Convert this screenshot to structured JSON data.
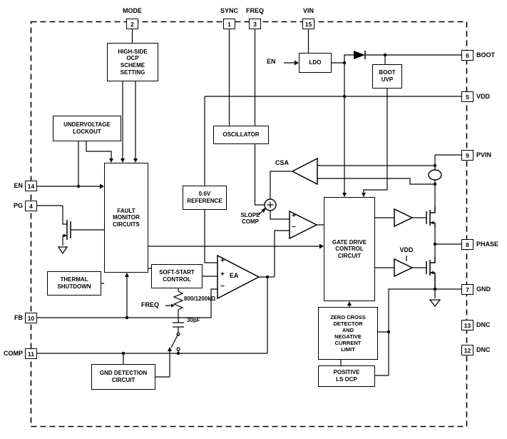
{
  "pins": {
    "top": [
      {
        "label": "MODE",
        "number": "2"
      },
      {
        "label": "SYNC",
        "number": "1"
      },
      {
        "label": "FREQ",
        "number": "3"
      },
      {
        "label": "VIN",
        "number": "15"
      }
    ],
    "left": [
      {
        "label": "EN",
        "number": "14"
      },
      {
        "label": "PG",
        "number": "4"
      },
      {
        "label": "FB",
        "number": "10"
      },
      {
        "label": "COMP",
        "number": "11"
      }
    ],
    "right": [
      {
        "label": "BOOT",
        "number": "6"
      },
      {
        "label": "VDD",
        "number": "5"
      },
      {
        "label": "PVIN",
        "number": "9"
      },
      {
        "label": "PHASE",
        "number": "8"
      },
      {
        "label": "GND",
        "number": "7"
      },
      {
        "label": "DNC",
        "number": "13"
      },
      {
        "label": "DNC",
        "number": "12"
      }
    ]
  },
  "blocks": {
    "high_side_ocp": "HIGH-SIDE\nOCP\nSCHEME\nSETTING",
    "undervoltage_lockout": "UNDERVOLTAGE\nLOCKOUT",
    "oscillator": "OSCILLATOR",
    "ldo": "LDO",
    "boot_uvp": "BOOT\nUVP",
    "fault_monitor": "FAULT\nMONITOR\nCIRCUITS",
    "reference": "0.6V\nREFERENCE",
    "gate_drive": "GATE DRIVE\nCONTROL\nCIRCUIT",
    "soft_start": "SOFT-START\nCONTROL",
    "thermal_shutdown": "THERMAL\nSHUTDOWN",
    "gnd_detection": "GND DETECTION\nCIRCUIT",
    "zero_cross": "ZERO CROSS\nDETECTOR\nAND\nNEGATIVE\nCURRENT\nLIMIT",
    "positive_ls_ocp": "POSITIVE\nLS OCP"
  },
  "labels": {
    "en_ldo": "EN",
    "csa": "CSA",
    "slope_comp": "SLOPE\nCOMP",
    "ea": "EA",
    "vdd_driver": "VDD",
    "freq_net": "FREQ",
    "resistor_value": "800/1200kΩ",
    "capacitor_value": "30pF"
  },
  "marks": {
    "plus": "+",
    "minus": "−"
  },
  "colors": {
    "line": "#000000",
    "background": "#ffffff"
  }
}
